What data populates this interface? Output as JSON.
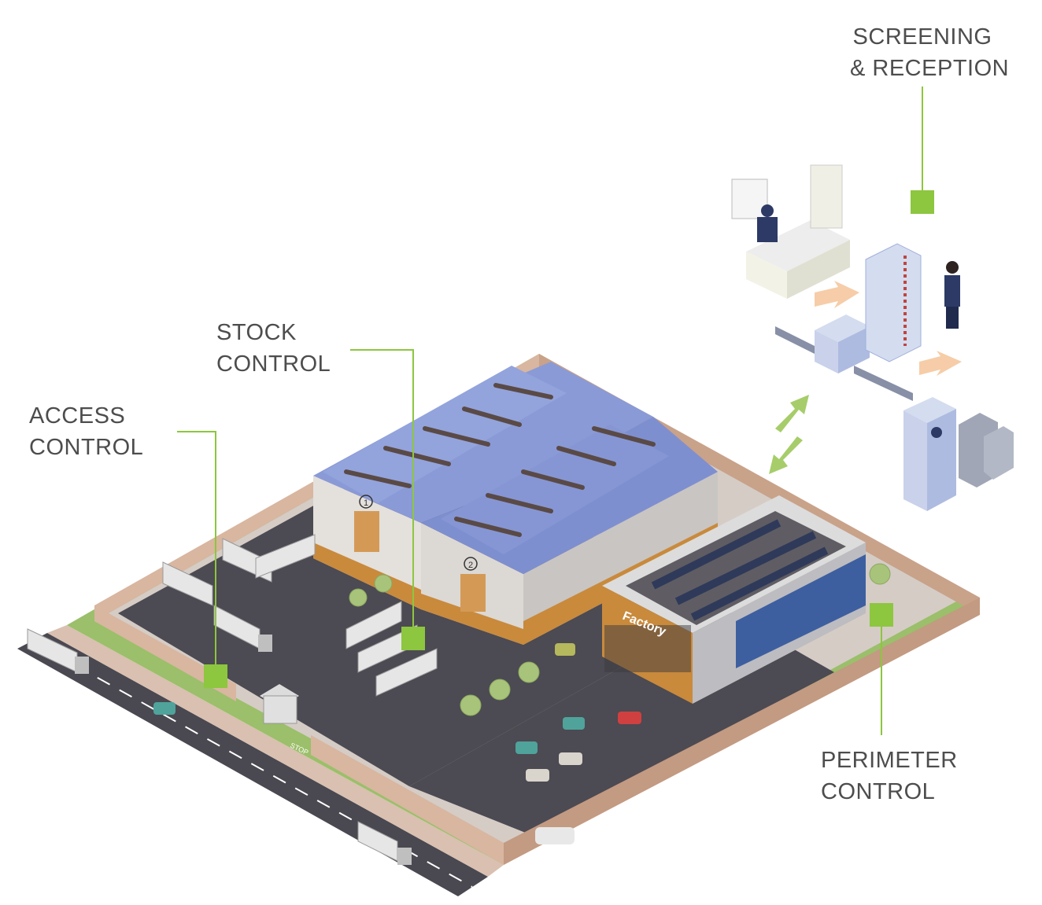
{
  "labels": {
    "screening": {
      "line1": "SCREENING",
      "line2": "& RECEPTION"
    },
    "stock": {
      "line1": "STOCK",
      "line2": "CONTROL"
    },
    "access": {
      "line1": "ACCESS",
      "line2": "CONTROL"
    },
    "perimeter": {
      "line1": "PERIMETER",
      "line2": "CONTROL"
    }
  },
  "building": {
    "sign": "Factory",
    "door_1": "1",
    "door_2": "2"
  },
  "road": {
    "stop_marking": "STOP"
  },
  "colors": {
    "accent_green": "#8dc63f",
    "callout_line": "#8dc63f",
    "roof_blue": "#7e8fd0",
    "wall": "#e4e0dc",
    "brick_trim": "#c98a3c",
    "asphalt": "#4c4a52",
    "grass": "#9bbf6a",
    "fence": "#d9b9a5",
    "label_text": "#4d4d4d"
  }
}
